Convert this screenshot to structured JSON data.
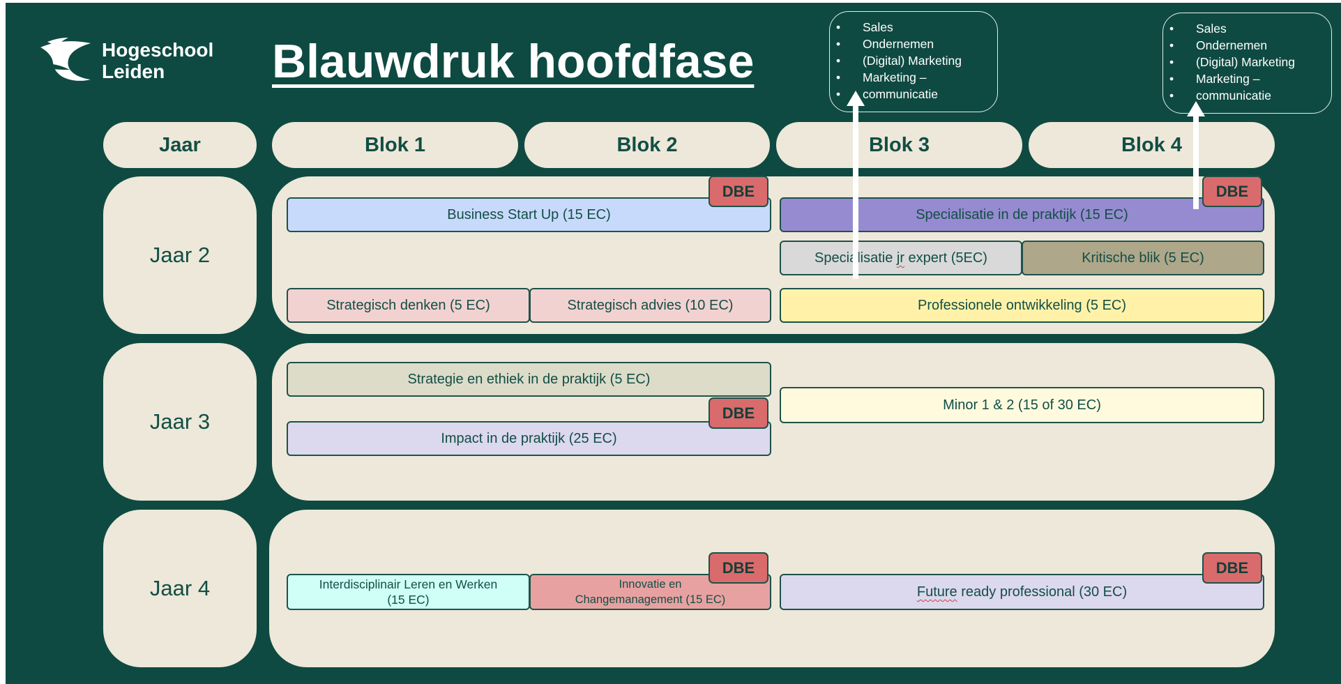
{
  "brand": {
    "logo_line1": "Hogeschool",
    "logo_line2": "Leiden"
  },
  "title": "Blauwdruk hoofdfase",
  "header": {
    "jaar": "Jaar",
    "blok1": "Blok 1",
    "blok2": "Blok 2",
    "blok3": "Blok 3",
    "blok4": "Blok 4"
  },
  "years": {
    "jaar2": "Jaar 2",
    "jaar3": "Jaar 3",
    "jaar4": "Jaar 4"
  },
  "dbe_label": "DBE",
  "callouts": [
    {
      "items": [
        "Sales",
        "Ondernemen",
        "(Digital) Marketing",
        "Marketing –",
        "communicatie"
      ]
    },
    {
      "items": [
        "Sales",
        "Ondernemen",
        "(Digital) Marketing",
        "Marketing –",
        "communicatie"
      ]
    }
  ],
  "courses": {
    "business_start_up": "Business Start Up (15 EC)",
    "specialisatie_praktijk": "Specialisatie in de praktijk (15 EC)",
    "specialisatie_jr_expert_pre": "Specialisatie ",
    "specialisatie_jr_expert_jr": "jr",
    "specialisatie_jr_expert_post": " expert (5EC)",
    "kritische_blik": "Kritische blik (5 EC)",
    "strategisch_denken": "Strategisch denken (5 EC)",
    "strategisch_advies": "Strategisch advies (10 EC)",
    "professionele_ontwikkeling": "Professionele ontwikkeling (5 EC)",
    "strategie_ethiek": "Strategie en ethiek in de praktijk (5 EC)",
    "minor": "Minor 1 & 2 (15 of 30 EC)",
    "impact": "Impact in de praktijk (25 EC)",
    "interdisciplinair_line1": "Interdisciplinair Leren en Werken",
    "interdisciplinair_line2": "(15 EC)",
    "innovatie_line1": "Innovatie en",
    "innovatie_line2": "Changemanagement (15 EC)",
    "future_ready_a": "Future",
    "future_ready_b": " ready professional (30 EC)"
  },
  "colors": {
    "background": "#0e4a41",
    "cream": "#ede8d9",
    "dbe": "#da6b6c",
    "business_start_up": "#c8dafc",
    "specialisatie_praktijk": "#968bd0",
    "specialisatie_jr_expert": "#d9d9d9",
    "kritische_blik": "#aea78a",
    "strategisch": "#f2d2d1",
    "professionele_ontwikkeling": "#fff2a8",
    "strategie_ethiek": "#dcdcc9",
    "minor": "#fffadd",
    "impact": "#dcd8ee",
    "interdisciplinair": "#cffff7",
    "innovatie": "#e8a1a1",
    "future_ready": "#dcd8ee"
  }
}
